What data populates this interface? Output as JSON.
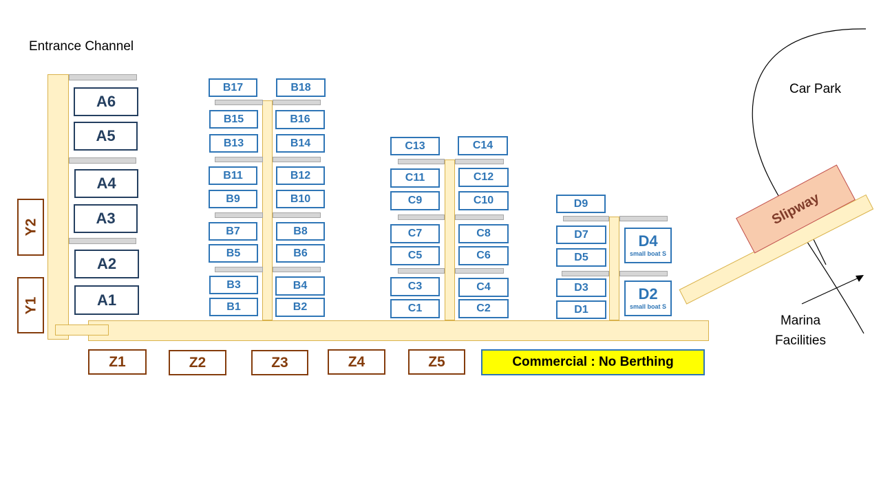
{
  "labels": {
    "entrance_channel": "Entrance Channel",
    "car_park": "Car Park",
    "marina_facilities_line1": "Marina",
    "marina_facilities_line2": "Facilities",
    "slipway": "Slipway",
    "commercial": "Commercial : No Berthing"
  },
  "berths": {
    "A1": "A1",
    "A2": "A2",
    "A3": "A3",
    "A4": "A4",
    "A5": "A5",
    "A6": "A6",
    "B1": "B1",
    "B2": "B2",
    "B3": "B3",
    "B4": "B4",
    "B5": "B5",
    "B6": "B6",
    "B7": "B7",
    "B8": "B8",
    "B9": "B9",
    "B10": "B10",
    "B11": "B11",
    "B12": "B12",
    "B13": "B13",
    "B14": "B14",
    "B15": "B15",
    "B16": "B16",
    "B17": "B17",
    "B18": "B18",
    "C1": "C1",
    "C2": "C2",
    "C3": "C3",
    "C4": "C4",
    "C5": "C5",
    "C6": "C6",
    "C7": "C7",
    "C8": "C8",
    "C9": "C9",
    "C10": "C10",
    "C11": "C11",
    "C12": "C12",
    "C13": "C13",
    "C14": "C14",
    "D1": "D1",
    "D2": "D2",
    "D3": "D3",
    "D4": "D4",
    "D5": "D5",
    "D7": "D7",
    "D9": "D9",
    "D2_note": "small boat S",
    "D4_note": "small boat S",
    "Y1": "Y1",
    "Y2": "Y2",
    "Z1": "Z1",
    "Z2": "Z2",
    "Z3": "Z3",
    "Z4": "Z4",
    "Z5": "Z5"
  },
  "colors": {
    "pontoon_fill": "#fff1c6",
    "pontoon_border": "#d9b24c",
    "a_berth": "#243f60",
    "bcd_berth": "#2e75b6",
    "yz_berth": "#843c0c",
    "commercial_fill": "#ffff00",
    "slipway_fill": "#f8cbad"
  }
}
